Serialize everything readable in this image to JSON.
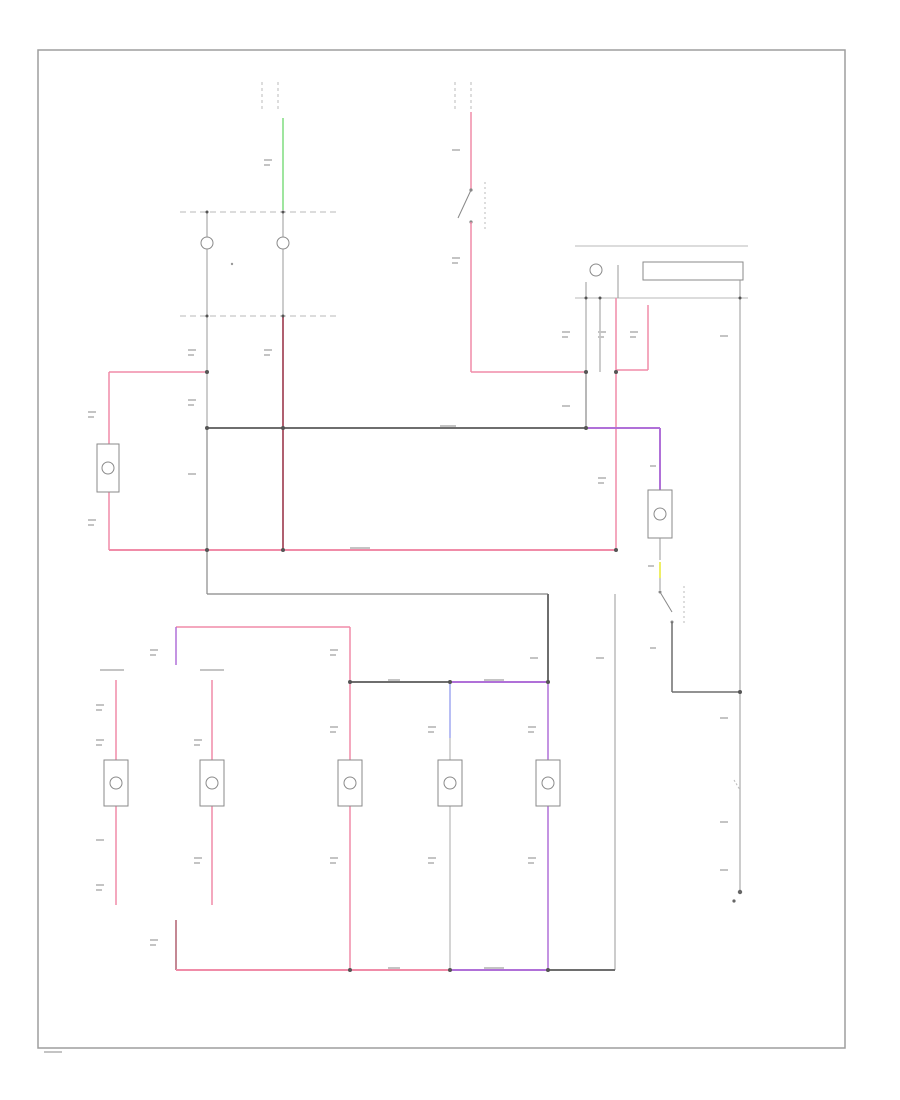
{
  "diagram": {
    "colors": {
      "frame": "#9e9e9e",
      "black_wire": "#6e6e6e",
      "pink_wire": "#f08ca8",
      "dark_pink_wire": "#b06070",
      "green_wire": "#7fdc7f",
      "purple_wire": "#b070d8",
      "blue_wire": "#a0a8f0",
      "yellow_wire": "#eeee66",
      "component": "#8a8a8a",
      "dashed": "#b8b8b8"
    },
    "components": [
      {
        "id": "combination-meter",
        "label": ""
      },
      {
        "id": "clock-illumination",
        "label": ""
      },
      {
        "id": "ignition-switch",
        "label": ""
      },
      {
        "id": "illumination-control",
        "label": ""
      },
      {
        "id": "rear-defog-switch-light",
        "label": ""
      },
      {
        "id": "glove-box-light",
        "label": ""
      },
      {
        "id": "glove-box-switch",
        "label": ""
      },
      {
        "id": "panel-light-1",
        "label": ""
      },
      {
        "id": "panel-light-2",
        "label": ""
      },
      {
        "id": "center-switch-light",
        "label": ""
      },
      {
        "id": "cruise-switch-light",
        "label": ""
      },
      {
        "id": "hazard-switch-light",
        "label": ""
      },
      {
        "id": "fuse-relay-box",
        "label": ""
      },
      {
        "id": "ground",
        "label": ""
      }
    ],
    "footer_code": ""
  }
}
